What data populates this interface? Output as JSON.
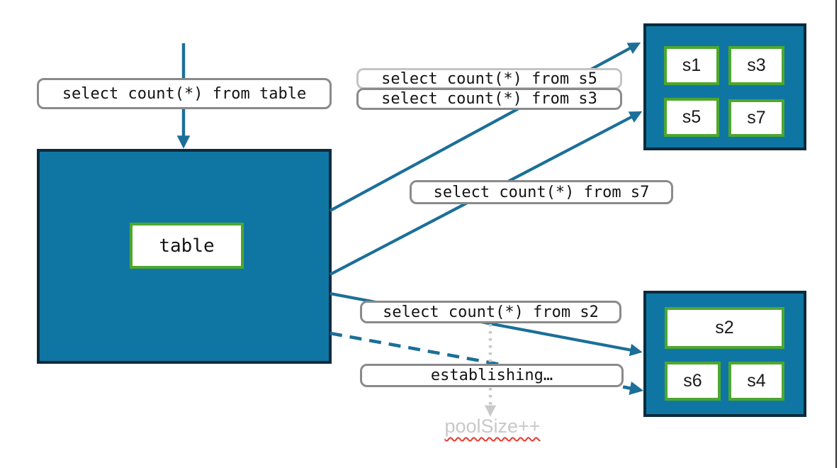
{
  "colors": {
    "teal_fill": "#0F76A3",
    "dark_border": "#0C2B3C",
    "green_border": "#4EA72E",
    "arrow_teal": "#1B6F98",
    "query_label_border": "#8A8A8A",
    "query_label_border_light": "#C4C4C4",
    "gray_dotted_arrow": "#C9C9C9",
    "gray_annotation_text": "#C8C8C8",
    "spellcheck_squiggle": "#E8392E"
  },
  "diagram": {
    "source_box": {
      "label": "table"
    },
    "query_labels": {
      "table": "select count(*) from table",
      "s5": "select count(*) from s5",
      "s3": "select count(*) from s3",
      "s7": "select count(*) from s7",
      "s2": "select count(*) from s2",
      "establishing": "establishing…"
    },
    "pool_top": {
      "shards": [
        "s1",
        "s3",
        "s5",
        "s7"
      ]
    },
    "pool_bottom": {
      "shards": [
        "s2",
        "s6",
        "s4"
      ]
    },
    "annotation": "poolSize++"
  }
}
